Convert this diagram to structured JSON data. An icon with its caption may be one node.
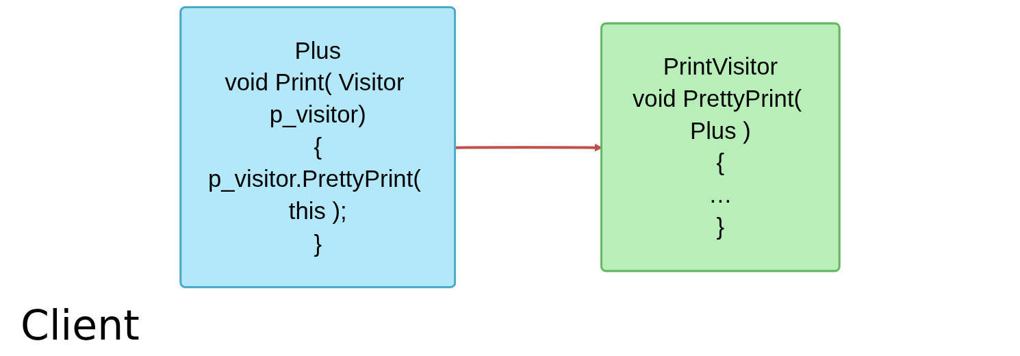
{
  "diagram": {
    "nodes": [
      {
        "text": [
          "Plus",
          "void Print( Visitor p_visitor)",
          "{",
          "p_visitor.PrettyPrint( this );",
          "}"
        ]
      },
      {
        "text": [
          "PrintVisitor",
          "void PrettyPrint( Plus )",
          "{",
          "…",
          "}"
        ]
      }
    ],
    "edges": [
      {
        "from": 0,
        "to": 1,
        "arrow": "to",
        "color": "#c0504d"
      }
    ],
    "labels": [
      "Client"
    ]
  }
}
